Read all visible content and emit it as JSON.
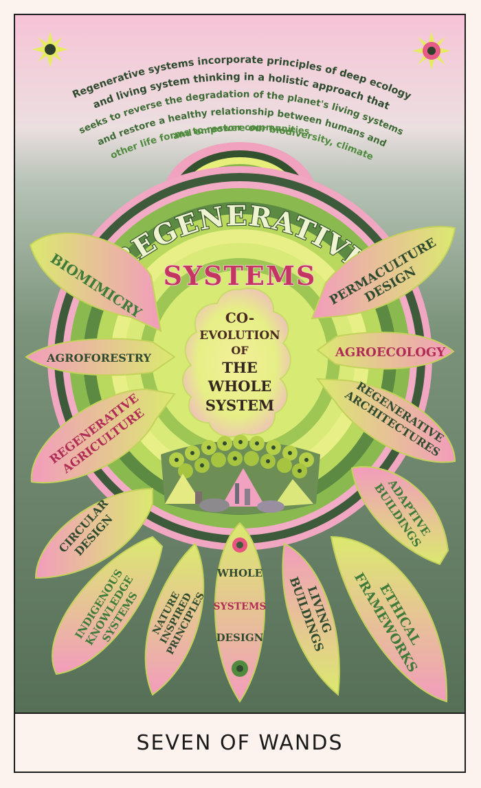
{
  "intro_lines": [
    "Regenerative systems incorporate principles of deep ecology",
    "and living system thinking in a holistic approach that",
    "seeks to reverse the degradation of the planet's living systems",
    "and restore a healthy relationship between humans and",
    "other life forms to restore our biodiversity, climate",
    "and empower communities"
  ],
  "title": {
    "line1": "REGENERATIVE",
    "line2": "SYSTEMS"
  },
  "center": {
    "lines": [
      "CO-",
      "EVOLUTION",
      "OF",
      "THE",
      "WHOLE",
      "SYSTEM"
    ]
  },
  "leaves": {
    "biomimicry": "BIOMIMICRY",
    "agroforestry": "AGROFORESTRY",
    "regenerative_agriculture": [
      "REGENERATIVE",
      "AGRICULTURE"
    ],
    "permaculture_design": [
      "PERMACULTURE",
      "DESIGN"
    ],
    "agroecology": "AGROECOLOGY",
    "regenerative_architectures": [
      "REGENERATIVE",
      "ARCHITECTURES"
    ],
    "adaptive_buildings": [
      "ADAPTIVE",
      "BUILDINGS"
    ],
    "circular_design": [
      "CIRCULAR",
      "DESIGN"
    ],
    "indigenous_knowledge_systems": [
      "INDIGENOUS",
      "KNOWLEDGE",
      "SYSTEMS"
    ],
    "nature_inspired_principles": [
      "NATURE",
      "INSPIRED",
      "PRINCIPLES"
    ],
    "whole_systems_design": [
      "WHOLE",
      "SYSTEMS",
      "DESIGN"
    ],
    "living_buildings": [
      "LIVING",
      "BUILDINGS"
    ],
    "ethical_frameworks": [
      "ETHICAL",
      "FRAMEWORKS"
    ]
  },
  "card_name": "SEVEN OF WANDS",
  "colors": {
    "pink": "#ef9fbd",
    "lime": "#d9ec6e",
    "dark_green": "#3f5c3e",
    "mid_green": "#7fae48",
    "magenta_text": "#b02c56",
    "green_text": "#3f7a3a",
    "sky_top": "#f6c6d8",
    "sky_bottom": "#5d7a5e"
  }
}
